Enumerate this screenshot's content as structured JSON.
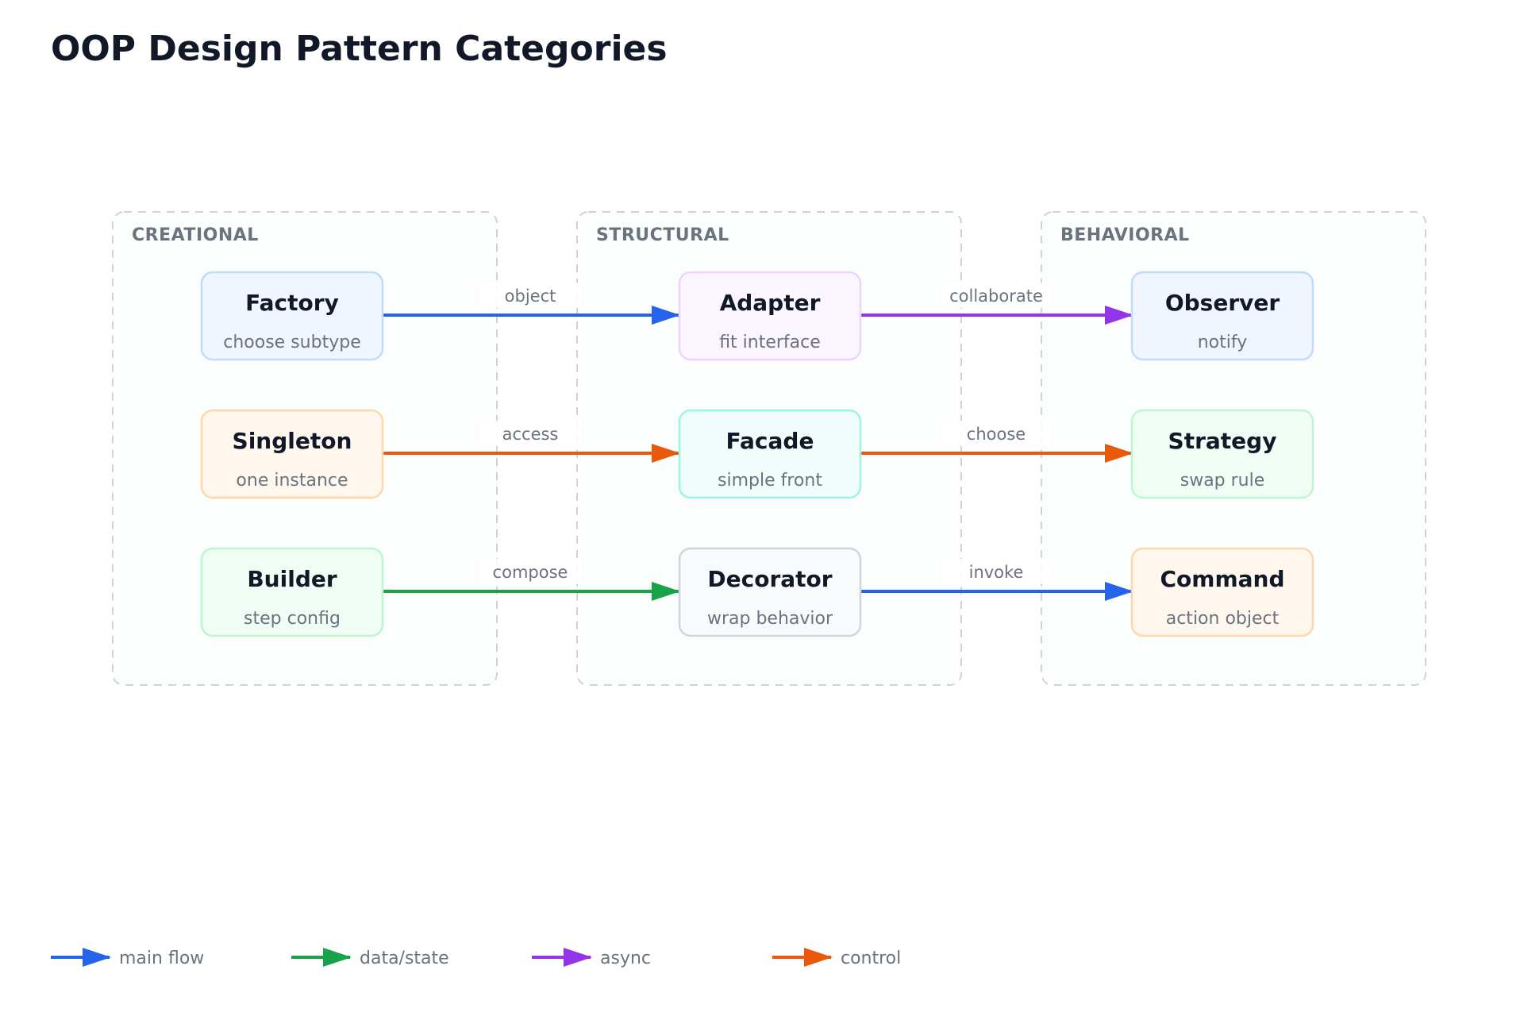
{
  "title": "OOP Design Pattern Categories",
  "colors": {
    "main_flow": "#2563eb",
    "data_state": "#16a34a",
    "async": "#9333ea",
    "control": "#ea580c"
  },
  "groups": [
    {
      "id": "creational",
      "label": "CREATIONAL"
    },
    {
      "id": "structural",
      "label": "STRUCTURAL"
    },
    {
      "id": "behavioral",
      "label": "BEHAVIORAL"
    }
  ],
  "nodes": [
    {
      "id": "factory",
      "title": "Factory",
      "subtitle": "choose subtype",
      "fill": "#eff6ff",
      "stroke": "#bfdbfe"
    },
    {
      "id": "singleton",
      "title": "Singleton",
      "subtitle": "one instance",
      "fill": "#fff7ed",
      "stroke": "#fed7aa"
    },
    {
      "id": "builder",
      "title": "Builder",
      "subtitle": "step config",
      "fill": "#f0fdf4",
      "stroke": "#bbf7d0"
    },
    {
      "id": "adapter",
      "title": "Adapter",
      "subtitle": "fit interface",
      "fill": "#faf5ff",
      "stroke": "#e9d5ff"
    },
    {
      "id": "facade",
      "title": "Facade",
      "subtitle": "simple front",
      "fill": "#f0fdfa",
      "stroke": "#99f6e4"
    },
    {
      "id": "decorator",
      "title": "Decorator",
      "subtitle": "wrap behavior",
      "fill": "#f9fafb",
      "stroke": "#d1d5db"
    },
    {
      "id": "observer",
      "title": "Observer",
      "subtitle": "notify",
      "fill": "#eff6ff",
      "stroke": "#bfdbfe"
    },
    {
      "id": "strategy",
      "title": "Strategy",
      "subtitle": "swap rule",
      "fill": "#f0fdf4",
      "stroke": "#bbf7d0"
    },
    {
      "id": "command",
      "title": "Command",
      "subtitle": "action object",
      "fill": "#fff7ed",
      "stroke": "#fed7aa"
    }
  ],
  "edges": [
    {
      "from": "factory",
      "to": "adapter",
      "label": "object",
      "kind": "main_flow"
    },
    {
      "from": "singleton",
      "to": "facade",
      "label": "access",
      "kind": "control"
    },
    {
      "from": "builder",
      "to": "decorator",
      "label": "compose",
      "kind": "data_state"
    },
    {
      "from": "adapter",
      "to": "observer",
      "label": "collaborate",
      "kind": "async"
    },
    {
      "from": "facade",
      "to": "strategy",
      "label": "choose",
      "kind": "control"
    },
    {
      "from": "decorator",
      "to": "command",
      "label": "invoke",
      "kind": "main_flow"
    }
  ],
  "legend": [
    {
      "kind": "main_flow",
      "label": "main flow"
    },
    {
      "kind": "data_state",
      "label": "data/state"
    },
    {
      "kind": "async",
      "label": "async"
    },
    {
      "kind": "control",
      "label": "control"
    }
  ]
}
